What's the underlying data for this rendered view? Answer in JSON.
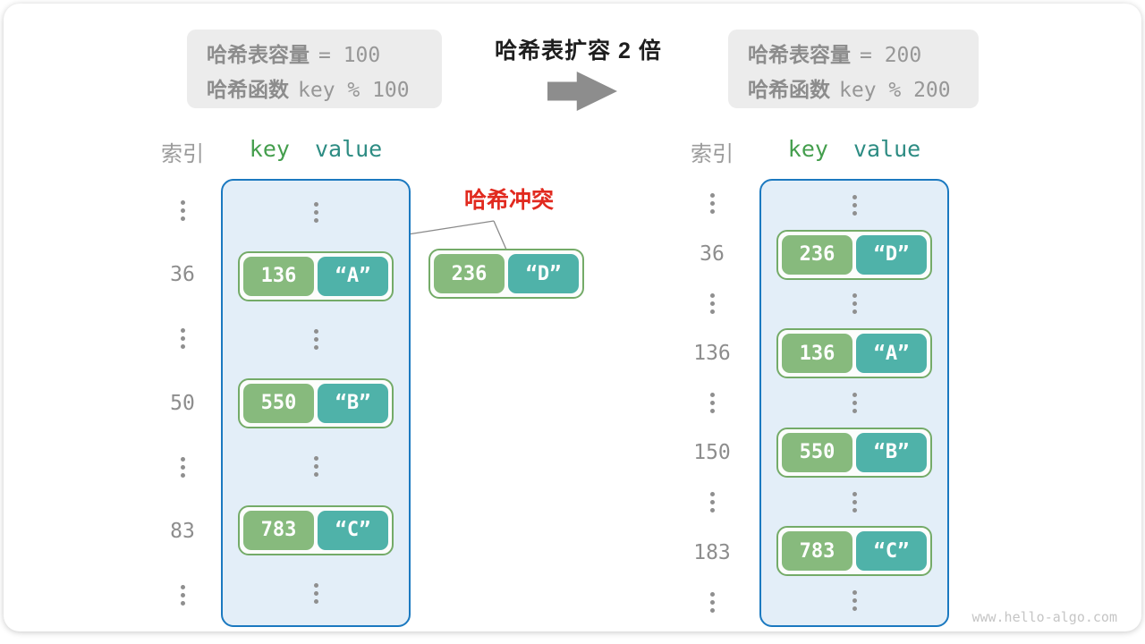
{
  "header": {
    "before_box": {
      "line1_label": "哈希表容量",
      "line1_code": "= 100",
      "line2_label": "哈希函数",
      "line2_code": "key % 100"
    },
    "title": "哈希表扩容 2 倍",
    "after_box": {
      "line1_label": "哈希表容量",
      "line1_code": "= 200",
      "line2_label": "哈希函数",
      "line2_code": "key % 200"
    }
  },
  "collision": {
    "label": "哈希冲突",
    "pair": {
      "key": "236",
      "value": "“D”"
    }
  },
  "tables": {
    "left": {
      "index_header": "索引",
      "key_header": "key",
      "value_header": "value",
      "rows": [
        {
          "type": "dots"
        },
        {
          "type": "pair",
          "index": "36",
          "key": "136",
          "value": "“A”"
        },
        {
          "type": "dots"
        },
        {
          "type": "pair",
          "index": "50",
          "key": "550",
          "value": "“B”"
        },
        {
          "type": "dots"
        },
        {
          "type": "pair",
          "index": "83",
          "key": "783",
          "value": "“C”"
        },
        {
          "type": "dots"
        }
      ]
    },
    "right": {
      "index_header": "索引",
      "key_header": "key",
      "value_header": "value",
      "rows": [
        {
          "type": "dots"
        },
        {
          "type": "pair",
          "index": "36",
          "key": "236",
          "value": "“D”"
        },
        {
          "type": "dots"
        },
        {
          "type": "pair",
          "index": "136",
          "key": "136",
          "value": "“A”"
        },
        {
          "type": "dots"
        },
        {
          "type": "pair",
          "index": "150",
          "key": "550",
          "value": "“B”"
        },
        {
          "type": "dots"
        },
        {
          "type": "pair",
          "index": "183",
          "key": "783",
          "value": "“C”"
        },
        {
          "type": "dots"
        }
      ]
    }
  },
  "watermark": "www.hello-algo.com",
  "colors": {
    "key_green": "#87ba7d",
    "value_teal": "#4fb2a9",
    "pair_border": "#74ab68",
    "bucket_fill": "#e3eef8",
    "bucket_border": "#1b79c0",
    "collision_red": "#e12a1f",
    "gray_text": "#8c8c8c",
    "arrow_gray": "#8d8d8d"
  }
}
